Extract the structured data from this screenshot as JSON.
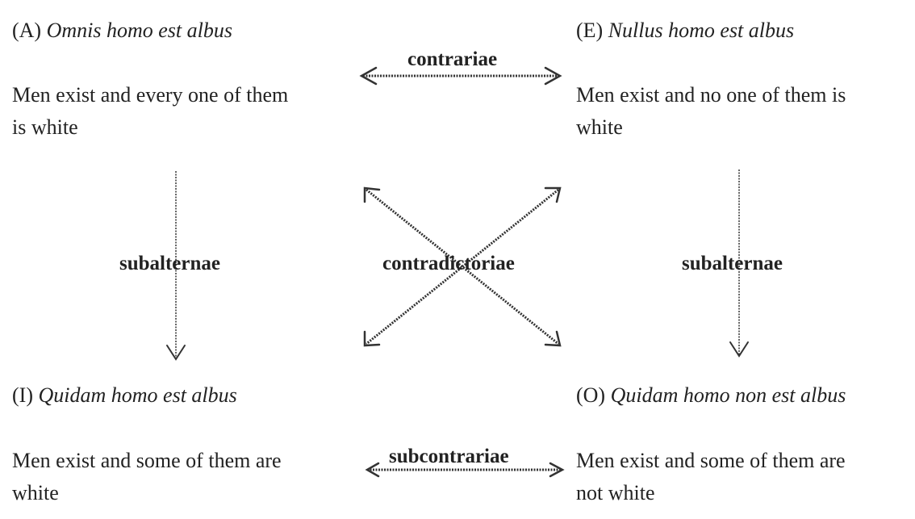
{
  "corners": {
    "A": {
      "label": "(A)",
      "latin": "Omnis homo est albus",
      "gloss_line1": "Men exist and every one of them",
      "gloss_line2": "is white"
    },
    "E": {
      "label": "(E)",
      "latin": "Nullus homo est albus",
      "gloss_line1": "Men exist and no one of them is",
      "gloss_line2": "white"
    },
    "I": {
      "label": "(I)",
      "latin": "Quidam homo est albus",
      "gloss_line1": "Men exist and some of them are",
      "gloss_line2": "white"
    },
    "O": {
      "label": "(O)",
      "latin": "Quidam homo non est albus",
      "gloss_line1": "Men exist and some of them are",
      "gloss_line2": "not white"
    }
  },
  "relations": {
    "contrariae": "contrariae",
    "subalternae_left": "subalternae",
    "subalternae_right": "subalternae",
    "contradictoriae": "contradictoriae",
    "subcontrariae": "subcontrariae"
  }
}
